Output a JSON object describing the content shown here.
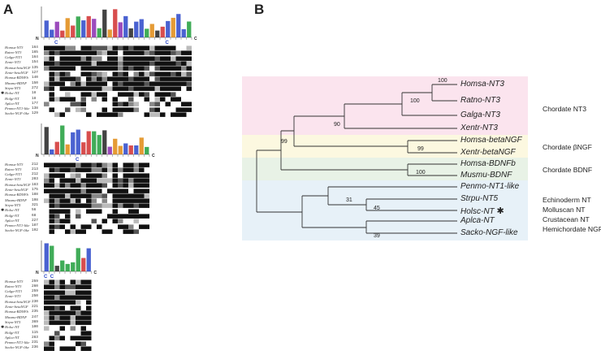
{
  "panels": {
    "a": "A",
    "b": "B"
  },
  "alignment": {
    "blocks": [
      {
        "numbers": [
          "164",
          "165",
          "164",
          "154",
          "135",
          "127",
          "140",
          "150",
          "272",
          "18",
          "18",
          "177",
          "138",
          "129"
        ],
        "logo_end_n": "N",
        "logo_end_c": "C",
        "cys_marks": [
          "C",
          "C"
        ]
      },
      {
        "numbers": [
          "212",
          "213",
          "212",
          "203",
          "183",
          "175",
          "188",
          "198",
          "321",
          "56",
          "68",
          "227",
          "187",
          "192"
        ],
        "logo_end_n": "N",
        "logo_end_c": "C",
        "cys_marks": [
          "C"
        ]
      },
      {
        "numbers": [
          "259",
          "260",
          "259",
          "250",
          "230",
          "221",
          "235",
          "247",
          "369",
          "100",
          "115",
          "283",
          "231",
          "236"
        ],
        "logo_end_n": "N",
        "logo_end_c": "C",
        "cys_marks": [
          "C",
          "C"
        ]
      }
    ],
    "sequence_names": [
      "Homsa-NT3",
      "Ratno-NT3",
      "Galga-NT3",
      "Xentr-NT3",
      "Homsa-betaNGF",
      "Xentr-betaNGF",
      "Homsa-BDNFb",
      "Musmu-BDNF",
      "Strpu-NT5",
      "Holsc-NT",
      "Holgi-NT",
      "Aplca-NT",
      "Penmo-NT1-like",
      "Sacko-NGF-like"
    ],
    "starred_index": 9
  },
  "tree": {
    "leaves": [
      "Homsa-NT3",
      "Ratno-NT3",
      "Galga-NT3",
      "Xentr-NT3",
      "Homsa-betaNGF",
      "Xentr-betaNGF",
      "Homsa-BDNFb",
      "Musmu-BDNF",
      "Penmo-NT1-like",
      "Strpu-NT5",
      "Holsc-NT",
      "Aplca-NT",
      "Sacko-NGF-like"
    ],
    "star": "✱",
    "bootstrap": [
      "100",
      "100",
      "90",
      "99",
      "99",
      "100",
      "31",
      "45",
      "39"
    ],
    "groups": {
      "nt3": "Chordate NT3",
      "ngf": "Chordate βNGF",
      "bdnf": "Chordate BDNF",
      "invert": [
        "Echinoderm NT",
        "Molluscan NT",
        "Crustacean NT",
        "Hemichordate NGF-like"
      ]
    },
    "colors": {
      "nt3": "#fbe4ee",
      "ngf": "#fcf8e0",
      "bdnf": "#e8f2e6",
      "invert": "#e7f1f8"
    }
  }
}
